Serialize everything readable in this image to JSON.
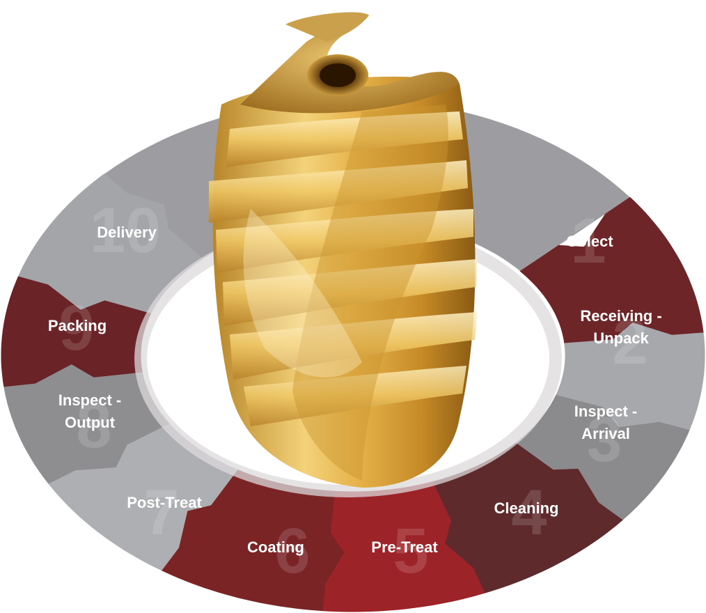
{
  "diagram": {
    "steps": [
      {
        "number": "1",
        "lines": [
          "Colect"
        ],
        "color": "#6e2527"
      },
      {
        "number": "2",
        "lines": [
          "Receiving -",
          "Unpack"
        ],
        "color": "#a7a8ac"
      },
      {
        "number": "3",
        "lines": [
          "Inspect -",
          "Arrival"
        ],
        "color": "#8b8a8d"
      },
      {
        "number": "4",
        "lines": [
          "Cleaning"
        ],
        "color": "#5f2a2c"
      },
      {
        "number": "5",
        "lines": [
          "Pre-Treat"
        ],
        "color": "#9c2328"
      },
      {
        "number": "6",
        "lines": [
          "Coating"
        ],
        "color": "#7a2426"
      },
      {
        "number": "7",
        "lines": [
          "Post-Treat"
        ],
        "color": "#aeafb3"
      },
      {
        "number": "8",
        "lines": [
          "Inspect -",
          "Output"
        ],
        "color": "#8e8d90"
      },
      {
        "number": "9",
        "lines": [
          "Packing"
        ],
        "color": "#6a2326"
      },
      {
        "number": "10",
        "lines": [
          "Delivery"
        ],
        "color": "#a4a5a9"
      }
    ],
    "top_segment_color": "#9d9ca0",
    "inner_ring_color": "#d9d7d8",
    "center_image": "gold-drill-bit-icon"
  }
}
